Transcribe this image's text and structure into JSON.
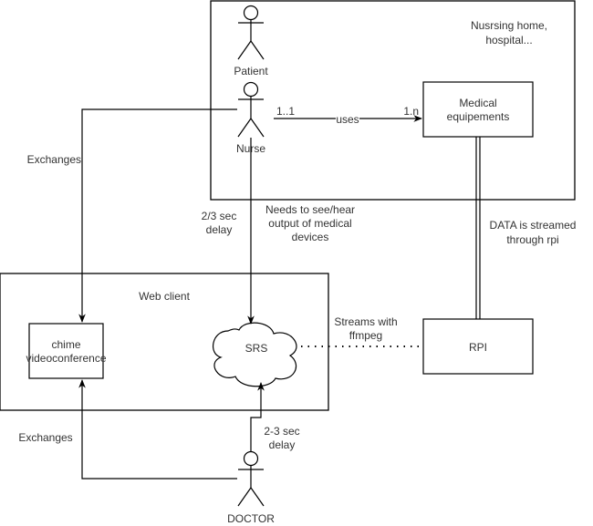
{
  "containers": {
    "facility": {
      "label_line1": "Nusrsing home,",
      "label_line2": "hospital..."
    },
    "web_client": {
      "label": "Web client"
    }
  },
  "actors": {
    "patient": {
      "label": "Patient"
    },
    "nurse": {
      "label": "Nurse"
    },
    "doctor": {
      "label": "DOCTOR"
    }
  },
  "nodes": {
    "medical": {
      "line1": "Medical",
      "line2": "equipements"
    },
    "chime": {
      "line1": "chime",
      "line2": "videoconference"
    },
    "srs": {
      "label": "SRS"
    },
    "rpi": {
      "label": "RPI"
    }
  },
  "edges": {
    "uses": {
      "label": "uses",
      "source_mult": "1..1",
      "target_mult": "1.n"
    },
    "nurse_exchanges": {
      "label": "Exchanges"
    },
    "doctor_exchanges": {
      "label": "Exchanges"
    },
    "nurse_delay": {
      "line1": "2/3 sec",
      "line2": "delay"
    },
    "doctor_delay": {
      "line1": "2-3 sec",
      "line2": "delay"
    },
    "needs": {
      "line1": "Needs to see/hear",
      "line2": "output of medical",
      "line3": "devices"
    },
    "data_stream": {
      "line1": "DATA is streamed",
      "line2": "through rpi"
    },
    "ffmpeg": {
      "line1": "Streams with",
      "line2": "ffmpeg"
    }
  },
  "colors": {
    "stroke": "#000000",
    "text": "#333333",
    "background": "#ffffff"
  }
}
